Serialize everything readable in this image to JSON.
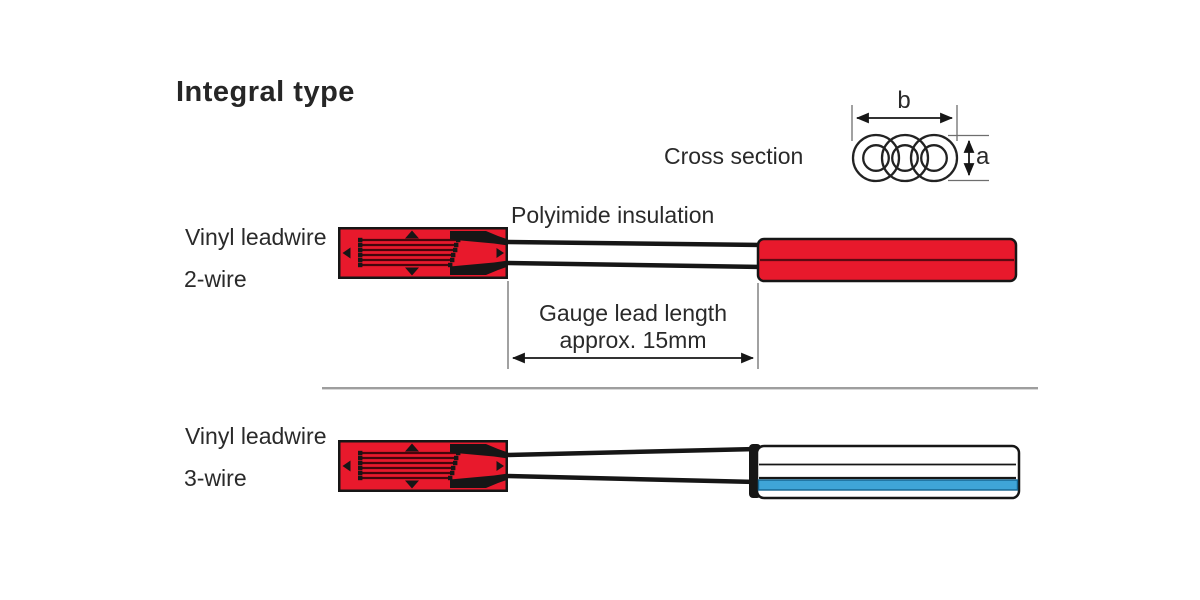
{
  "title": "Integral type",
  "colors": {
    "gauge_red": "#e8192c",
    "grid_dark": "#45060c",
    "line_black": "#161616",
    "blue_stripe": "#3fa5d8",
    "divider_gray": "#9e9e9e",
    "text_dark": "#2a2a2a"
  },
  "cross_section": {
    "label": "Cross section",
    "width_dim_label": "b",
    "height_dim_label": "a"
  },
  "two_wire": {
    "leadwire_label": "Vinyl leadwire",
    "type_label": "2-wire",
    "insulation_label": "Polyimide insulation",
    "lead_length_line1": "Gauge lead length",
    "lead_length_line2": "approx. 15mm"
  },
  "three_wire": {
    "leadwire_label": "Vinyl leadwire",
    "type_label": "3-wire"
  }
}
